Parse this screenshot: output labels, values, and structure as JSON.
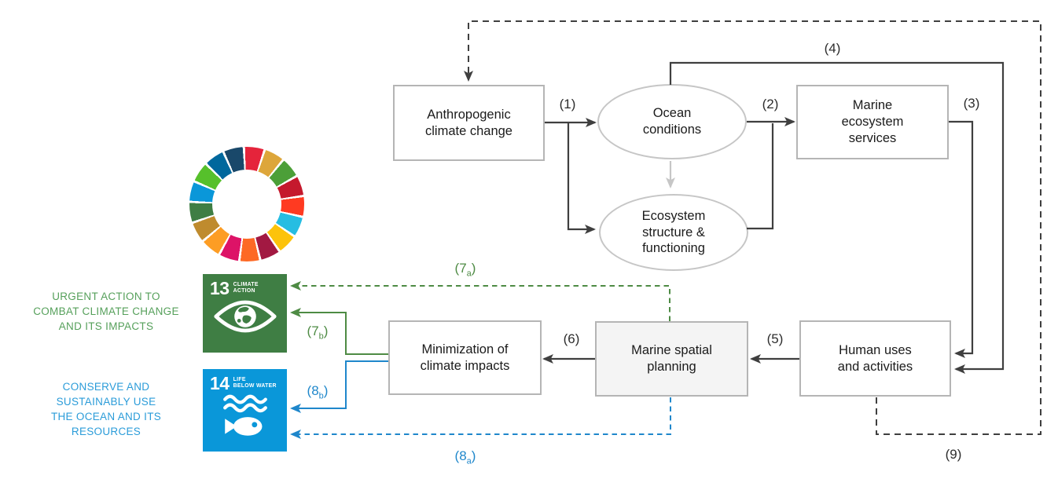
{
  "figure": {
    "nodes": {
      "anthropogenic": "Anthropogenic climate change",
      "ocean": "Ocean conditions",
      "ecosystem": "Ecosystem structure & functioning",
      "services": "Marine ecosystem services",
      "human": "Human uses and activities",
      "msp": "Marine spatial planning",
      "minimization": "Minimization of climate impacts"
    },
    "arrow_labels": {
      "n1": "(1)",
      "n2": "(2)",
      "n3": "(3)",
      "n4": "(4)",
      "n5": "(5)",
      "n6": "(6)",
      "n9": "(9)",
      "n7a": {
        "pre": "(7",
        "sub": "a",
        "post": ")"
      },
      "n7b": {
        "pre": "(7",
        "sub": "b",
        "post": ")"
      },
      "n8a": {
        "pre": "(8",
        "sub": "a",
        "post": ")"
      },
      "n8b": {
        "pre": "(8",
        "sub": "b",
        "post": ")"
      }
    },
    "sdg13": {
      "number": "13",
      "title_lines": [
        "CLIMATE",
        "ACTION"
      ],
      "color": "#3F7E44",
      "description_lines": [
        "URGENT ACTION TO",
        "COMBAT CLIMATE CHANGE",
        "AND ITS IMPACTS"
      ]
    },
    "sdg14": {
      "number": "14",
      "title_lines": [
        "LIFE",
        "BELOW WATER"
      ],
      "color": "#0A97D9",
      "description_lines": [
        "CONSERVE AND",
        "SUSTAINABLY USE",
        "THE OCEAN AND ITS",
        "RESOURCES"
      ]
    },
    "sdg_wheel_colors": [
      "#E5243B",
      "#DDA63A",
      "#4C9F38",
      "#C5192D",
      "#FF3A21",
      "#26BDE2",
      "#FCC30B",
      "#A21942",
      "#FD6925",
      "#DD1367",
      "#FD9D24",
      "#BF8B2E",
      "#3F7E44",
      "#0A97D9",
      "#56C02B",
      "#00689D",
      "#19486A"
    ],
    "colors": {
      "dark_line": "#3F3F3F",
      "gray_line": "#C6C6C6",
      "box_border": "#B5B5B5",
      "green_line": "#4E8B44",
      "blue_line": "#1F87CB",
      "green_text": "#56A05B",
      "blue_text": "#2B9CD9"
    }
  }
}
